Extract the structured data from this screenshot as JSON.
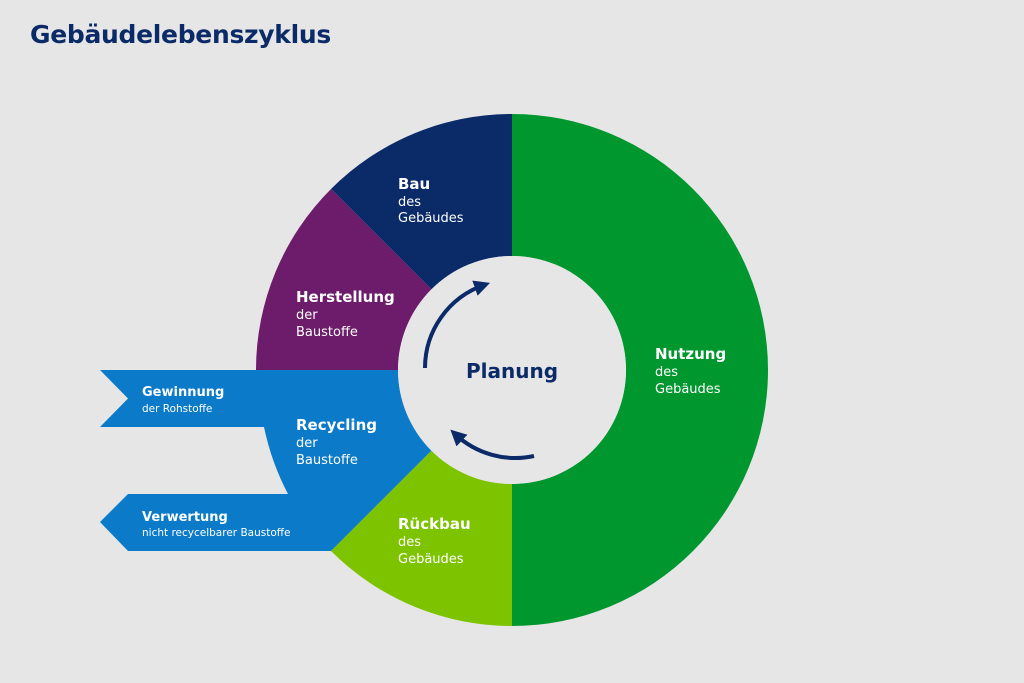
{
  "title": "Gebäudelebenszyklus",
  "center": {
    "label": "Planung"
  },
  "segments": {
    "bau": {
      "title": "Bau",
      "line1": "des",
      "line2": "Gebäudes",
      "color": "#0a2a68"
    },
    "nutzung": {
      "title": "Nutzung",
      "line1": "des",
      "line2": "Gebäudes",
      "color": "#00972f"
    },
    "rueckbau": {
      "title": "Rückbau",
      "line1": "des",
      "line2": "Gebäudes",
      "color": "#7dc300"
    },
    "recycling": {
      "title": "Recycling",
      "line1": "der",
      "line2": "Baustoffe",
      "color": "#0a7ac9"
    },
    "herstellung": {
      "title": "Herstellung",
      "line1": "der",
      "line2": "Baustoffe",
      "color": "#6d1b6b"
    }
  },
  "arrows": {
    "gewinnung": {
      "title": "Gewinnung",
      "subtitle": "der Rohstoffe"
    },
    "verwertung": {
      "title": "Verwertung",
      "subtitle": "nicht recycelbarer Baustoffe"
    }
  },
  "colors": {
    "background": "#e6e6e6",
    "navy": "#0a2a68",
    "inner_circle": "#e6e6e6"
  }
}
